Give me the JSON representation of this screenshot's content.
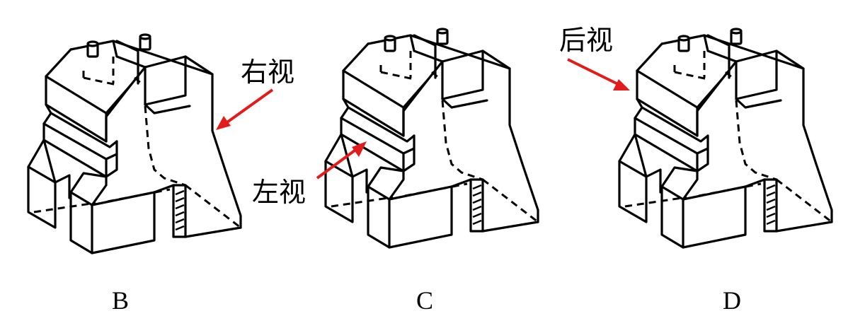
{
  "options": [
    {
      "id": "B",
      "label": "B"
    },
    {
      "id": "C",
      "label": "C"
    },
    {
      "id": "D",
      "label": "D"
    }
  ],
  "annotations": {
    "right_view": "右视",
    "left_view": "左视",
    "back_view": "后视"
  },
  "colors": {
    "line": "#000000",
    "arrow": "#e31b1b",
    "background": "#ffffff"
  }
}
